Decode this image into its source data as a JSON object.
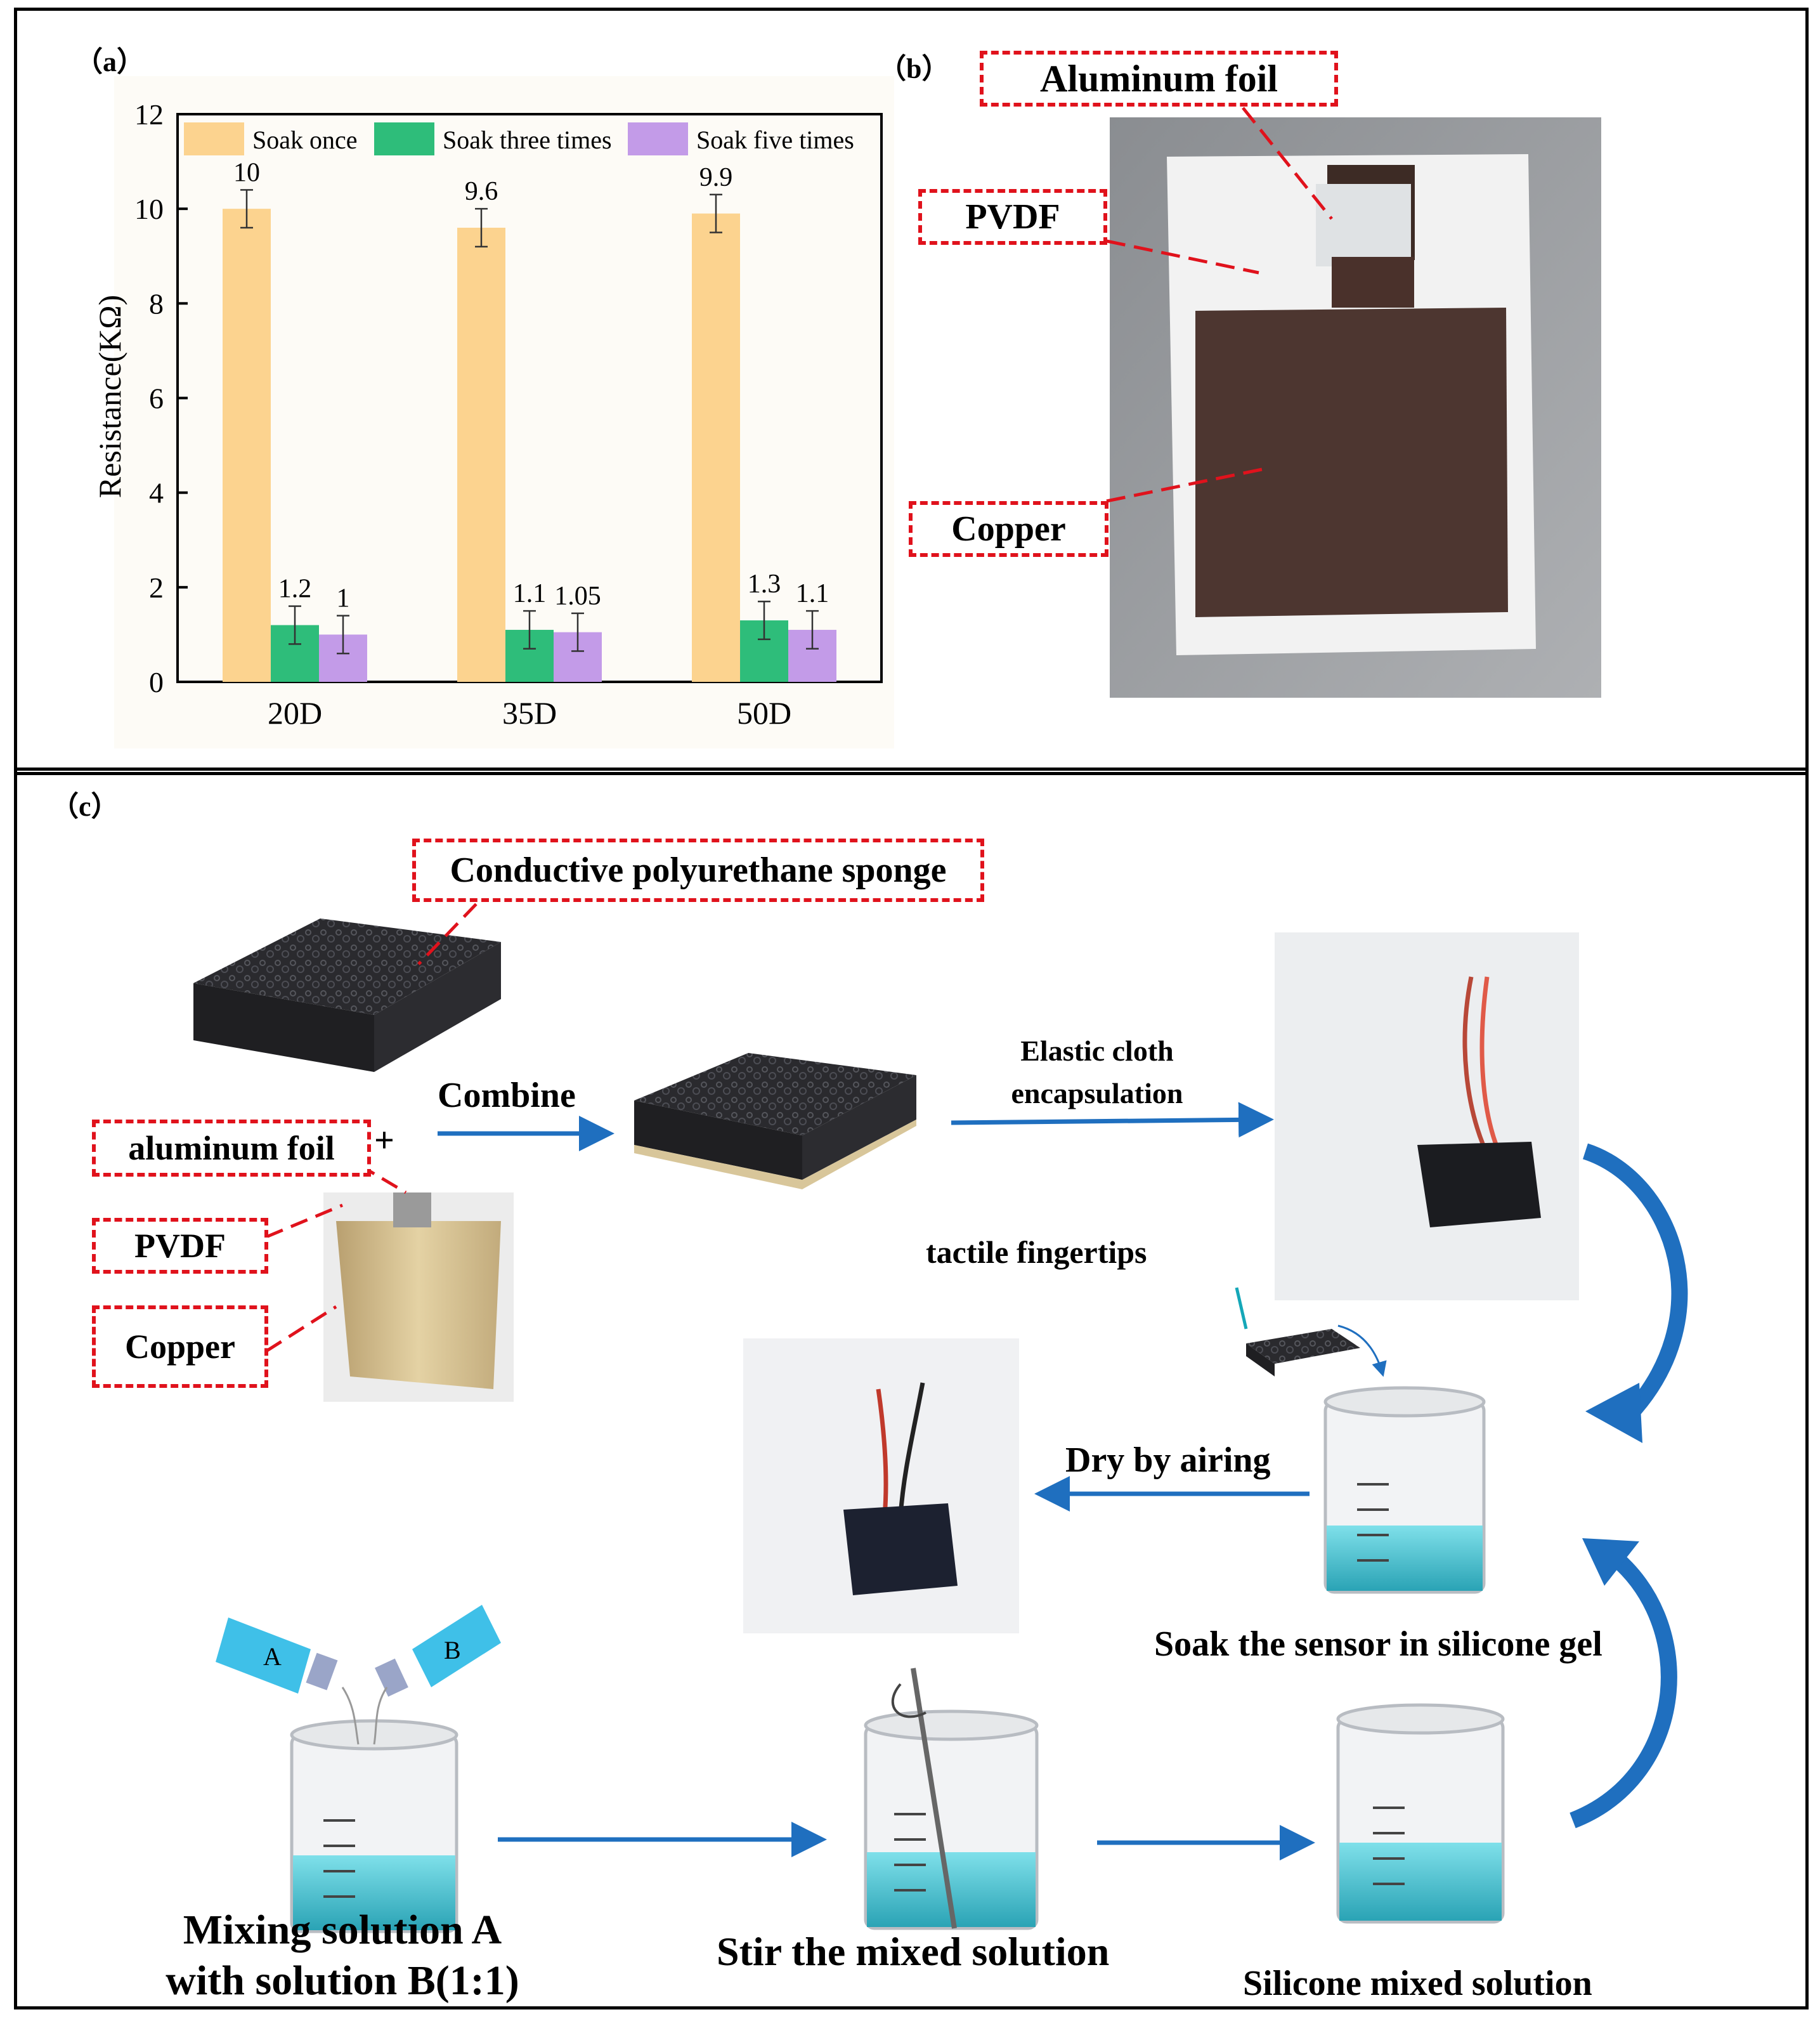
{
  "chart_data": {
    "type": "bar",
    "panel_label": "（a）",
    "ylabel": "Resistance(KΩ)",
    "xlabel": "",
    "ylim": [
      0,
      12
    ],
    "yticks": [
      "0",
      "2",
      "4",
      "6",
      "8",
      "10",
      "12"
    ],
    "categories": [
      "20D",
      "35D",
      "50D"
    ],
    "series": [
      {
        "name": "Soak once",
        "values": [
          10,
          9.6,
          9.9
        ],
        "errors": [
          0.4,
          0.4,
          0.4
        ],
        "labels": [
          "10",
          "9.6",
          "9.9"
        ],
        "color": "#fcd38f"
      },
      {
        "name": "Soak three times",
        "values": [
          1.2,
          1.1,
          1.3
        ],
        "errors": [
          0.4,
          0.4,
          0.4
        ],
        "labels": [
          "1.2",
          "1.1",
          "1.3"
        ],
        "color": "#2ebd7a"
      },
      {
        "name": "Soak five times",
        "values": [
          1.0,
          1.05,
          1.1
        ],
        "errors": [
          0.4,
          0.4,
          0.4
        ],
        "labels": [
          "1",
          "1.05",
          "1.1"
        ],
        "color": "#c39be8"
      }
    ],
    "legend": "top",
    "grid": false
  },
  "panel_b": {
    "label": "（b）",
    "aluminum": "Aluminum foil",
    "pvdf": "PVDF",
    "copper": "Copper"
  },
  "panel_c": {
    "label": "（c）",
    "sponge": "Conductive polyurethane sponge",
    "aluminum": "aluminum foil",
    "plus": "+",
    "pvdf": "PVDF",
    "copper": "Copper",
    "combine": "Combine",
    "encap_1": "Elastic cloth",
    "encap_2": "encapsulation",
    "tactile": "tactile fingertips",
    "dry": "Dry by airing",
    "soak": "Soak the sensor in silicone gel",
    "mix_1": "Mixing solution A",
    "mix_2": "with solution B(1:1)",
    "bottle_a": "A",
    "bottle_b": "B",
    "stir": "Stir the mixed solution",
    "silicone": "Silicone mixed solution"
  },
  "colors": {
    "arrow": "#1f6fbf",
    "dashed": "#e0121c"
  }
}
